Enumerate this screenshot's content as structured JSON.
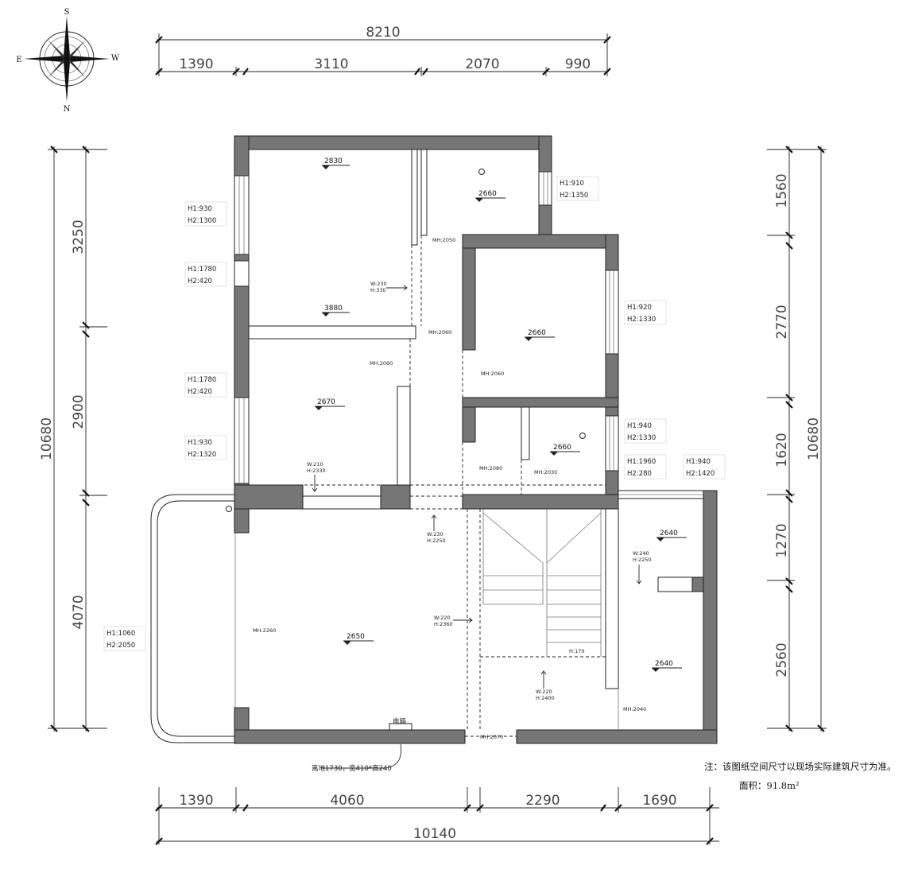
{
  "compass": {
    "s": "S",
    "n": "N",
    "e": "E",
    "w": "W"
  },
  "dims": {
    "top_total": "8210",
    "top_segments": [
      "1390",
      "3110",
      "2070",
      "990"
    ],
    "bottom_segments": [
      "1390",
      "4060",
      "2290",
      "1690"
    ],
    "bottom_total": "10140",
    "left_total": "10680",
    "left_segments": [
      "3250",
      "2900",
      "4070"
    ],
    "right_total": "10680",
    "right_segments": [
      "1560",
      "2770",
      "1620",
      "1270",
      "2560"
    ]
  },
  "levels": [
    "2830",
    "3880",
    "2660",
    "2660",
    "2670",
    "2660",
    "2640",
    "2650",
    "2640"
  ],
  "window_labels": [
    {
      "h1": "H1:930",
      "h2": "H2:1300"
    },
    {
      "h1": "H1:1780",
      "h2": "H2:420"
    },
    {
      "h1": "H1:1780",
      "h2": "H2:420"
    },
    {
      "h1": "H1:930",
      "h2": "H2:1320"
    },
    {
      "h1": "H1:1060",
      "h2": "H2:2050"
    },
    {
      "h1": "H1:910",
      "h2": "H2:1350"
    },
    {
      "h1": "H1:920",
      "h2": "H2:1330"
    },
    {
      "h1": "H1:940",
      "h2": "H2:1330"
    },
    {
      "h1": "H1:1960",
      "h2": "H2:280"
    },
    {
      "h1": "H1:940",
      "h2": "H2:1420"
    }
  ],
  "door_labels": [
    "MH:2050",
    "MH:2060",
    "MH:2060",
    "MH:2060",
    "MH:2080",
    "MH:2030",
    "MH:2260",
    "MH:2040",
    "MH:2070"
  ],
  "beam_labels": [
    {
      "w": "W:230",
      "h": "H:330"
    },
    {
      "w": "W:210",
      "h": "H:2330"
    },
    {
      "w": "W:230",
      "h": "H:2250"
    },
    {
      "w": "W:220",
      "h": "H:2360"
    },
    {
      "w": "W:240",
      "h": "H:2250"
    },
    {
      "w": "W:220",
      "h": "H:2400"
    }
  ],
  "stair_label": "H:170",
  "electric_box": "电箱",
  "electric_box_note": "离地1730，宽410*高240",
  "notes": {
    "disclaimer": "注：该图纸空间尺寸以现场实际建筑尺寸为准。",
    "area": "面积：91.8m²"
  }
}
